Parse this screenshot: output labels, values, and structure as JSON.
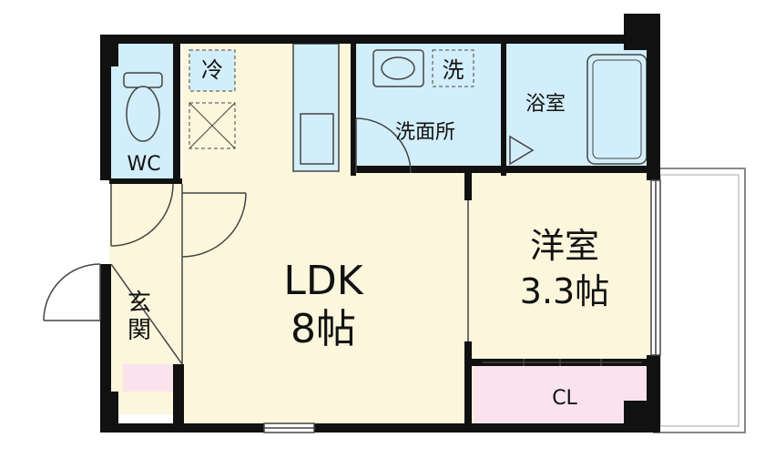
{
  "rooms": {
    "ldk": {
      "name": "LDK",
      "size": "8帖"
    },
    "western": {
      "name": "洋室",
      "size": "3.3帖"
    },
    "wc": "WC",
    "entrance": "玄関",
    "washroom": "洗面所",
    "bathroom": "浴室",
    "closet": "CL"
  },
  "fixtures": {
    "fridge": "冷",
    "washer": "洗"
  },
  "colors": {
    "ldk_floor": "#fbf6dc",
    "wet_area": "#d2eefa",
    "closet": "#fbe3ee",
    "entrance_floor": "#fbf6dc",
    "wall": "#111111"
  }
}
